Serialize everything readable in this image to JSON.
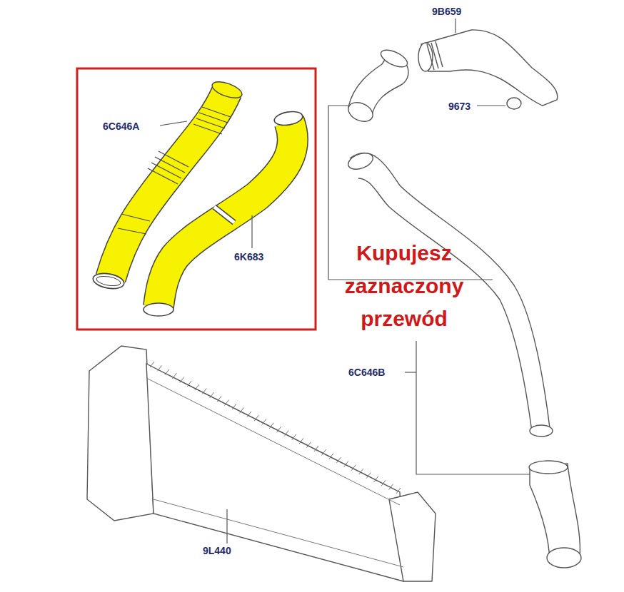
{
  "diagram": {
    "labels": [
      "9B659",
      "9673",
      "6C646A",
      "6K683",
      "Kupujesz zaznaczony przewód",
      "6C646B",
      "9L440"
    ]
  }
}
